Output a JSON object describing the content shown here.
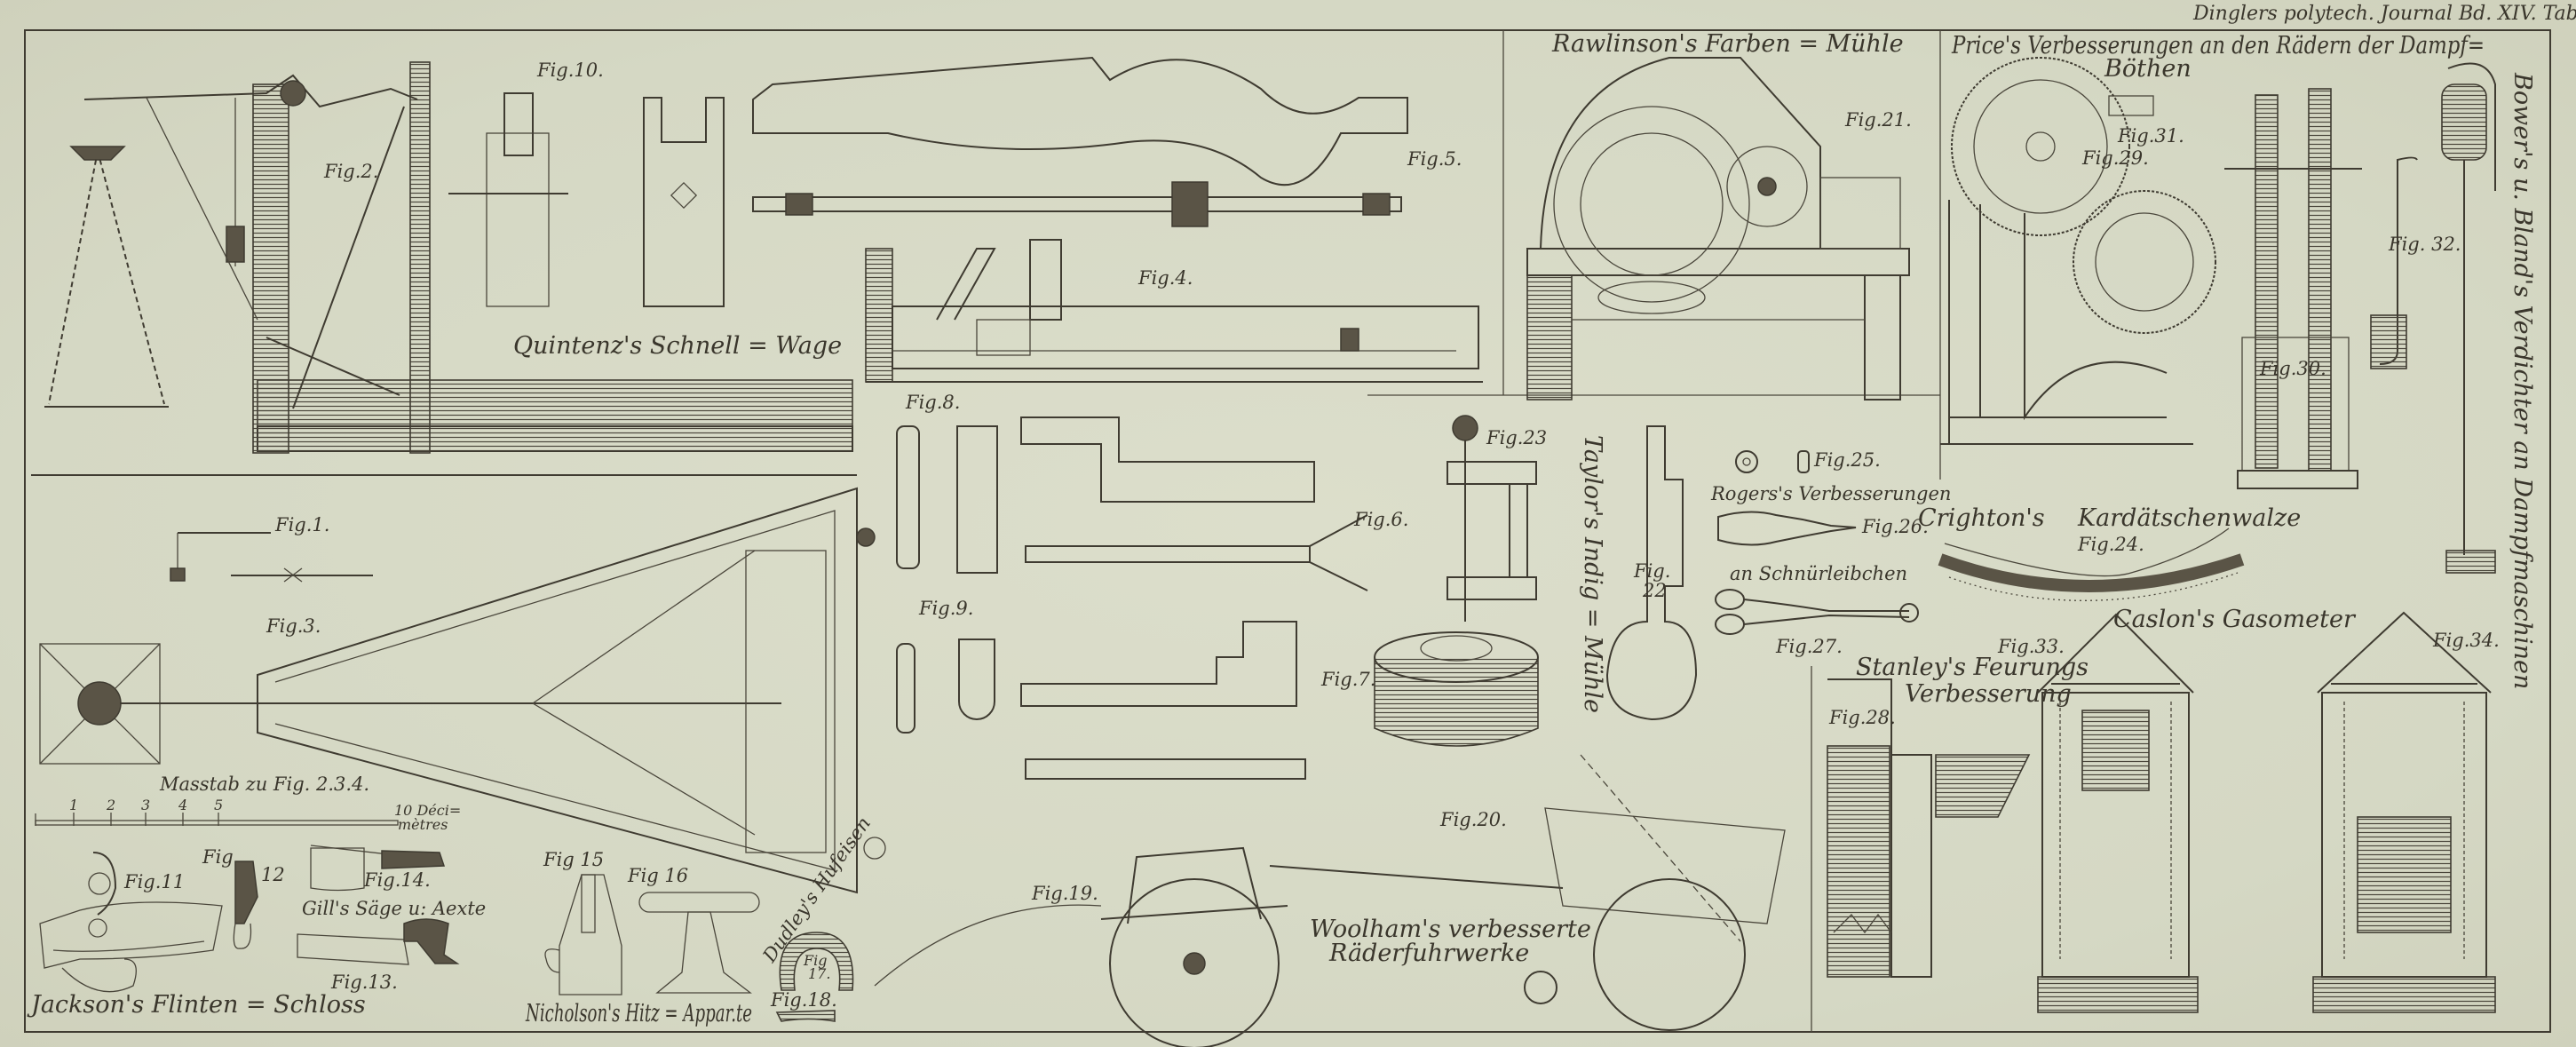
{
  "header": "Dinglers polytech. Journal Bd. XIV. Tab. I.",
  "titles": {
    "quintenz": "Quintenz's Schnell = Wage",
    "rawlinson": "Rawlinson's Farben = Mühle",
    "price_line1": "Price's Verbesserungen an den Rädern der Dampf=",
    "price_line2": "Böthen",
    "bower": "Bower's u. Bland's Verdichter an Dampfmaschinen",
    "taylor": "Taylor's Indig = Mühle",
    "rogers_line1": "Rogers's Verbesserungen",
    "rogers_line2": "an Schnürleibchen",
    "crighton_1": "Crighton's",
    "crighton_2": "Kardätschenwalze",
    "caslon": "Caslon's Gasometer",
    "stanley_line1": "Stanley's Feurungs",
    "stanley_line2": "Verbesserung",
    "woolham_line1": "Woolham's verbesserte",
    "woolham_line2": "Räderfuhrwerke",
    "jackson": "Jackson's Flinten = Schloss",
    "gill": "Gill's Säge u: Aexte",
    "nicholson": "Nicholson's Hitz = Appar.te",
    "dudley": "Dudley's Hufeisen"
  },
  "scale": {
    "caption": "Masstab zu Fig. 2.3.4.",
    "ticks": [
      "1",
      "2",
      "3",
      "4",
      "5"
    ],
    "end_label_1": "10 Déci=",
    "end_label_2": "mètres"
  },
  "figures": {
    "f1": "Fig.1.",
    "f2": "Fig.2.",
    "f3": "Fig.3.",
    "f4": "Fig.4.",
    "f5": "Fig.5.",
    "f6": "Fig.6.",
    "f7": "Fig.7.",
    "f8": "Fig.8.",
    "f9": "Fig.9.",
    "f10": "Fig.10.",
    "f11": "Fig.11",
    "f12a": "Fig",
    "f12b": "12",
    "f13": "Fig.13.",
    "f14": "Fig.14.",
    "f15": "Fig 15",
    "f16": "Fig 16",
    "f17a": "Fig",
    "f17b": "17.",
    "f18": "Fig.18.",
    "f19": "Fig.19.",
    "f20": "Fig.20.",
    "f21": "Fig.21.",
    "f22a": "Fig.",
    "f22b": "22",
    "f23": "Fig.23",
    "f24": "Fig.24.",
    "f25": "Fig.25.",
    "f26": "Fig.26.",
    "f27": "Fig.27.",
    "f28": "Fig.28.",
    "f29": "Fig.29.",
    "f30": "Fig.30.",
    "f31": "Fig.31.",
    "f32": "Fig. 32.",
    "f33": "Fig.33.",
    "f34": "Fig.34."
  }
}
